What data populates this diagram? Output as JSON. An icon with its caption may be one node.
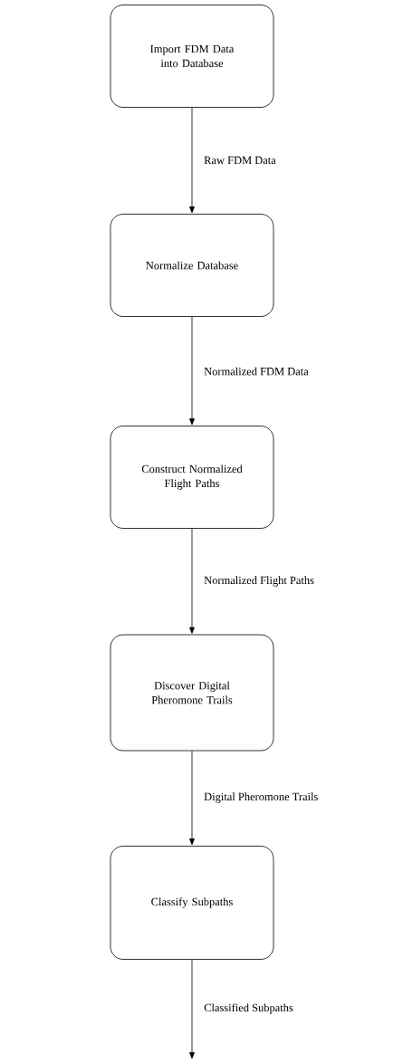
{
  "diagram": {
    "nodes": [
      {
        "text": [
          "Import FDM Data into Database"
        ]
      },
      {
        "text": [
          "Normalize Database"
        ]
      },
      {
        "text": [
          "Construct Normalized Flight Paths"
        ]
      },
      {
        "text": [
          "Discover Digital Pheromone Trails"
        ]
      },
      {
        "text": [
          "Classify Subpaths"
        ]
      }
    ],
    "edges": [
      {
        "from": 0,
        "to": 1,
        "arrow": "to",
        "label": "Raw FDM Data"
      },
      {
        "from": 1,
        "to": 2,
        "arrow": "to",
        "label": "Normalized FDM Data"
      },
      {
        "from": 2,
        "to": 3,
        "arrow": "to",
        "label": "Normalized Flight Paths"
      },
      {
        "from": 3,
        "to": 4,
        "arrow": "to",
        "label": "Digital Pheromone Trails"
      },
      {
        "from": 4,
        "to": null,
        "arrow": "to",
        "label": "Classified Subpaths"
      }
    ]
  }
}
